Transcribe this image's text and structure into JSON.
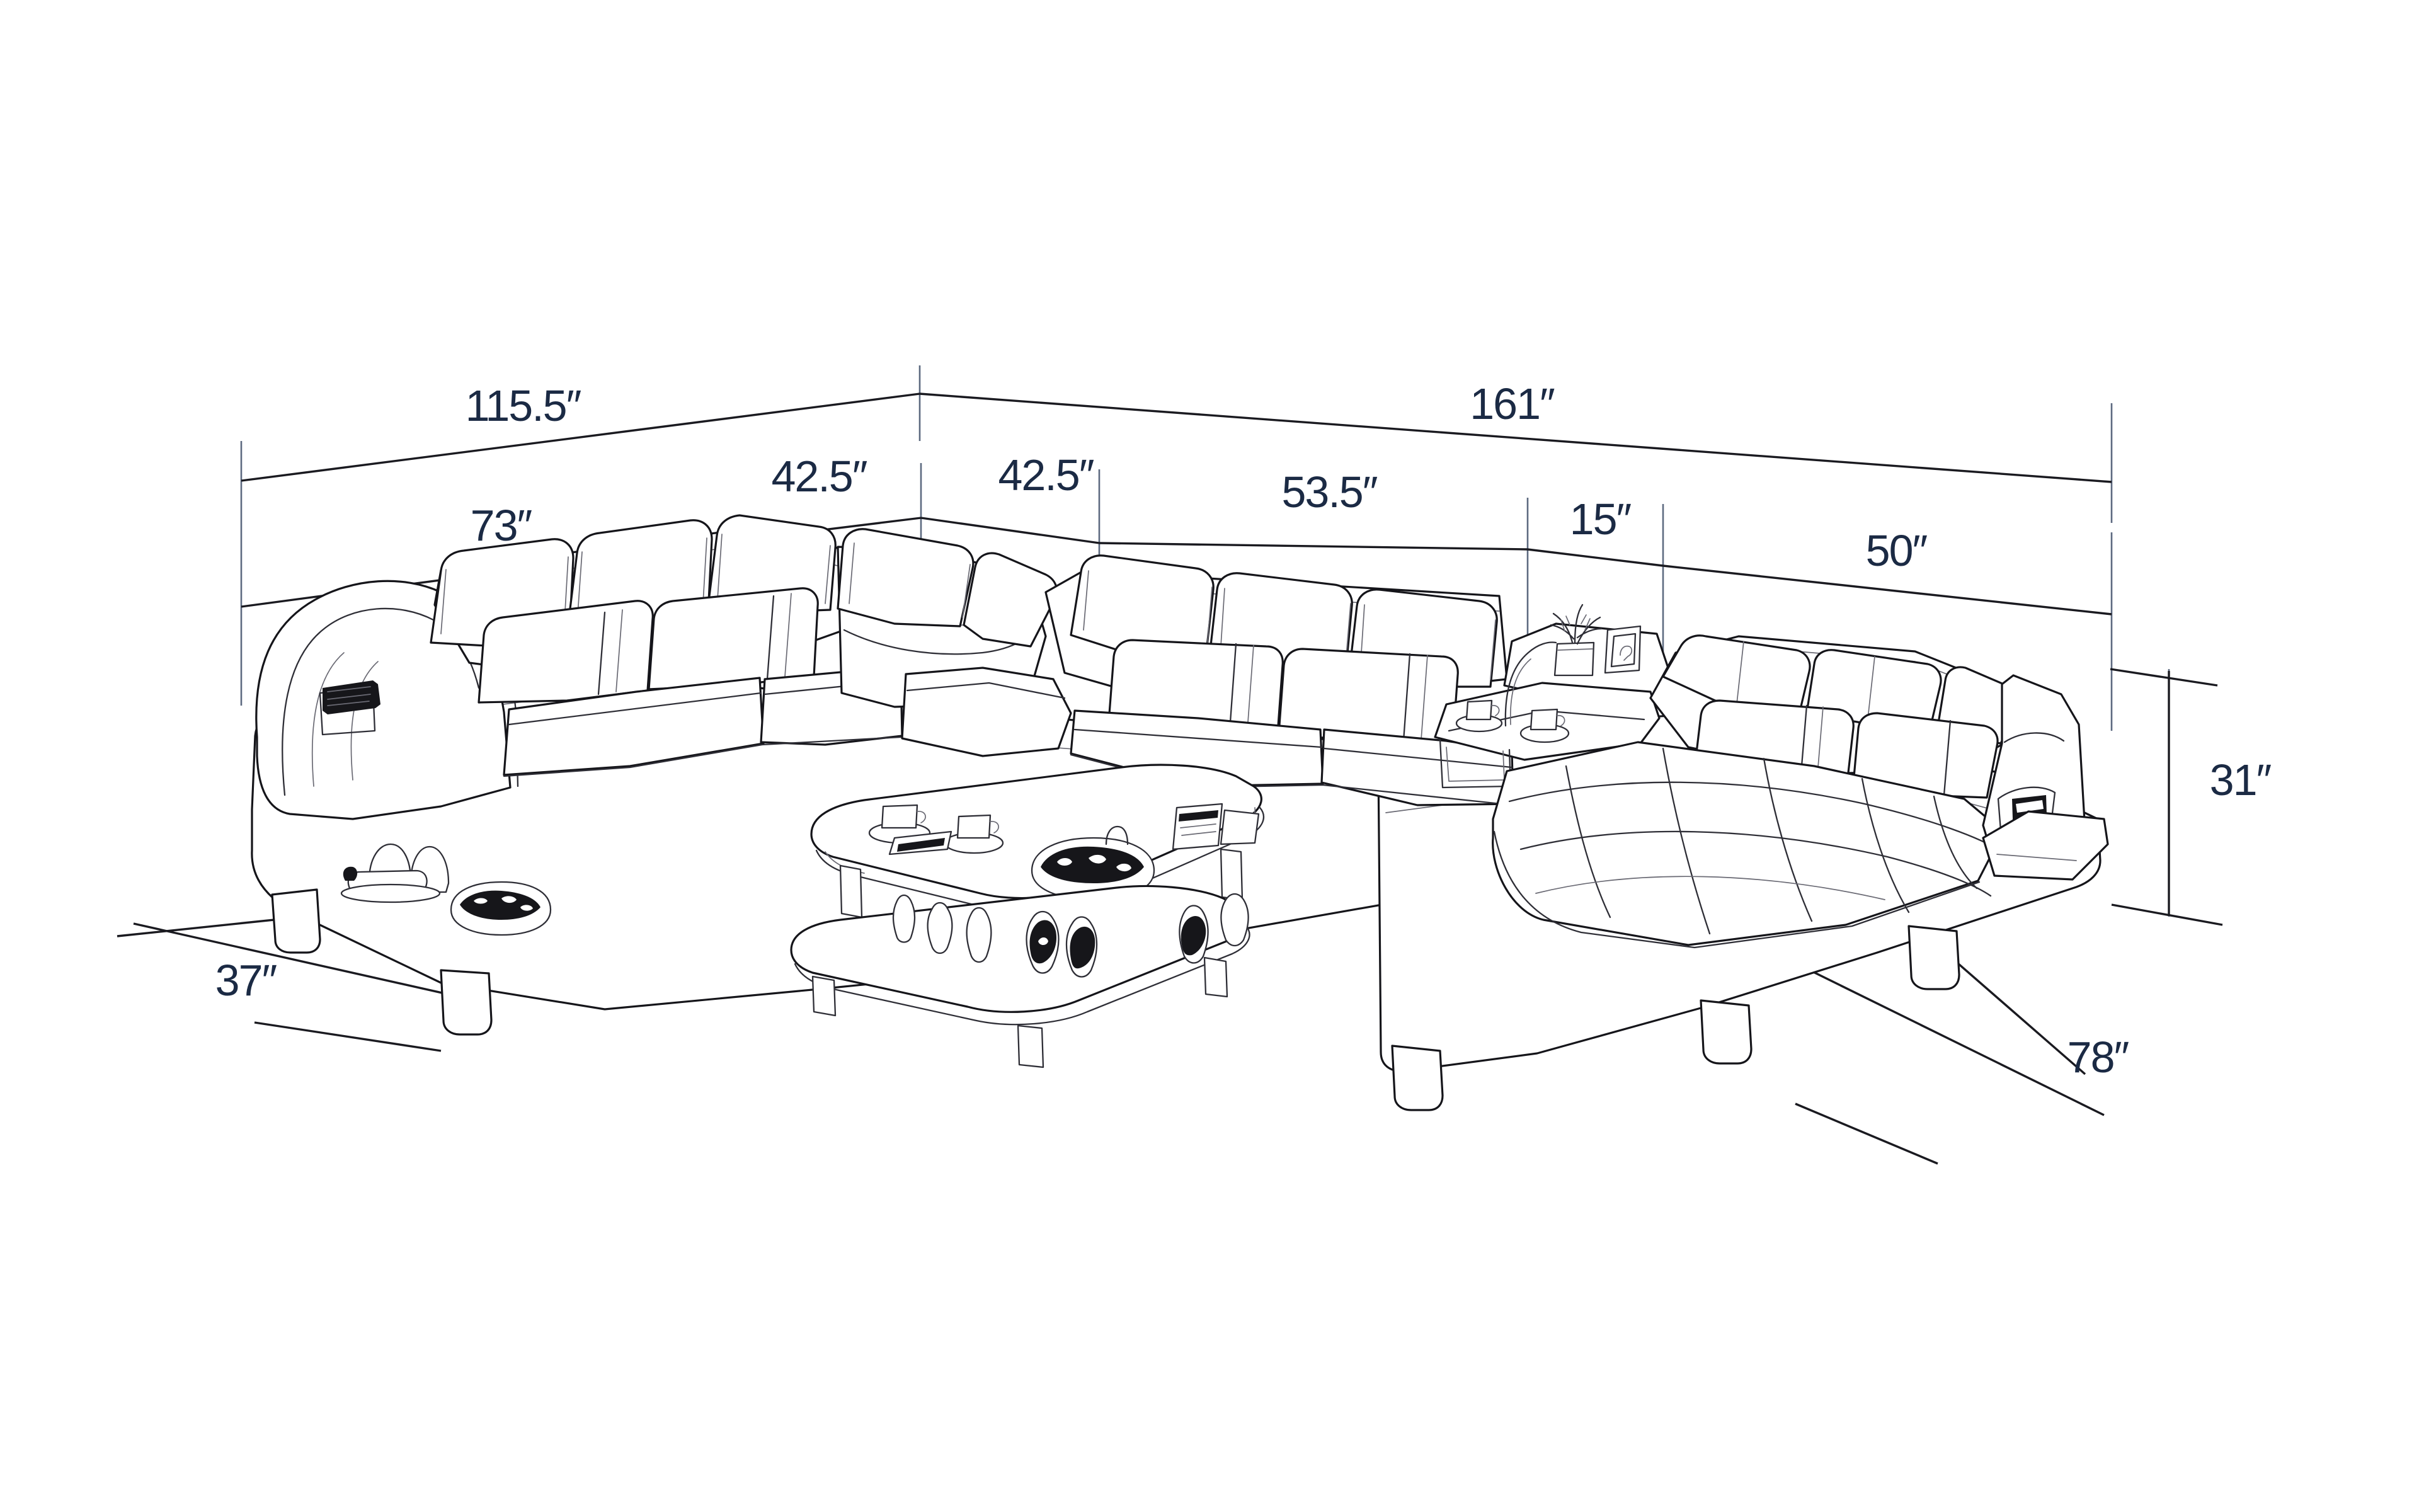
{
  "drawing": {
    "subject": "Modular U-shaped sectional sofa with console table and coffee table",
    "view": "three-quarter perspective line drawing",
    "unit_symbol": "″",
    "line_color": "#1c1c20",
    "dimension_color": "#1b2a44",
    "sketch_color": "#3a3a40",
    "background": "#ffffff"
  },
  "dimensions": {
    "overall_top_row": [
      {
        "id": "left-run-overall",
        "label": "115.5″",
        "value": 115.5
      },
      {
        "id": "right-run-overall",
        "label": "161″",
        "value": 161
      }
    ],
    "segment_row": [
      {
        "id": "left-sofa-run",
        "label": "73″",
        "value": 73
      },
      {
        "id": "corner-left",
        "label": "42.5″",
        "value": 42.5
      },
      {
        "id": "corner-right",
        "label": "42.5″",
        "value": 42.5
      },
      {
        "id": "mid-run",
        "label": "53.5″",
        "value": 53.5
      },
      {
        "id": "console-width",
        "label": "15″",
        "value": 15
      },
      {
        "id": "chaise-width",
        "label": "50″",
        "value": 50
      }
    ],
    "height": {
      "id": "overall-height",
      "label": "31″",
      "value": 31
    },
    "depth_left": {
      "id": "left-depth",
      "label": "37″",
      "value": 37
    },
    "depth_right": {
      "id": "right-depth",
      "label": "78″",
      "value": 78
    }
  },
  "furniture": {
    "parts": [
      "left-arm-with-shelf",
      "left-two-seat-section",
      "corner-wedge-section",
      "center-two-seat-section",
      "console-table-module",
      "chaise-lounge-module",
      "right-arm-with-magazine-pocket",
      "plinth-base",
      "coffee-table"
    ],
    "accessories": [
      "decorative-bowl",
      "coffee-cup",
      "saucer",
      "potted-plant",
      "picture-frame",
      "book",
      "fruit-bowl",
      "vase",
      "magazine"
    ],
    "headrest_count": 6,
    "back_cushion_count": 7,
    "leg_count": 8
  }
}
